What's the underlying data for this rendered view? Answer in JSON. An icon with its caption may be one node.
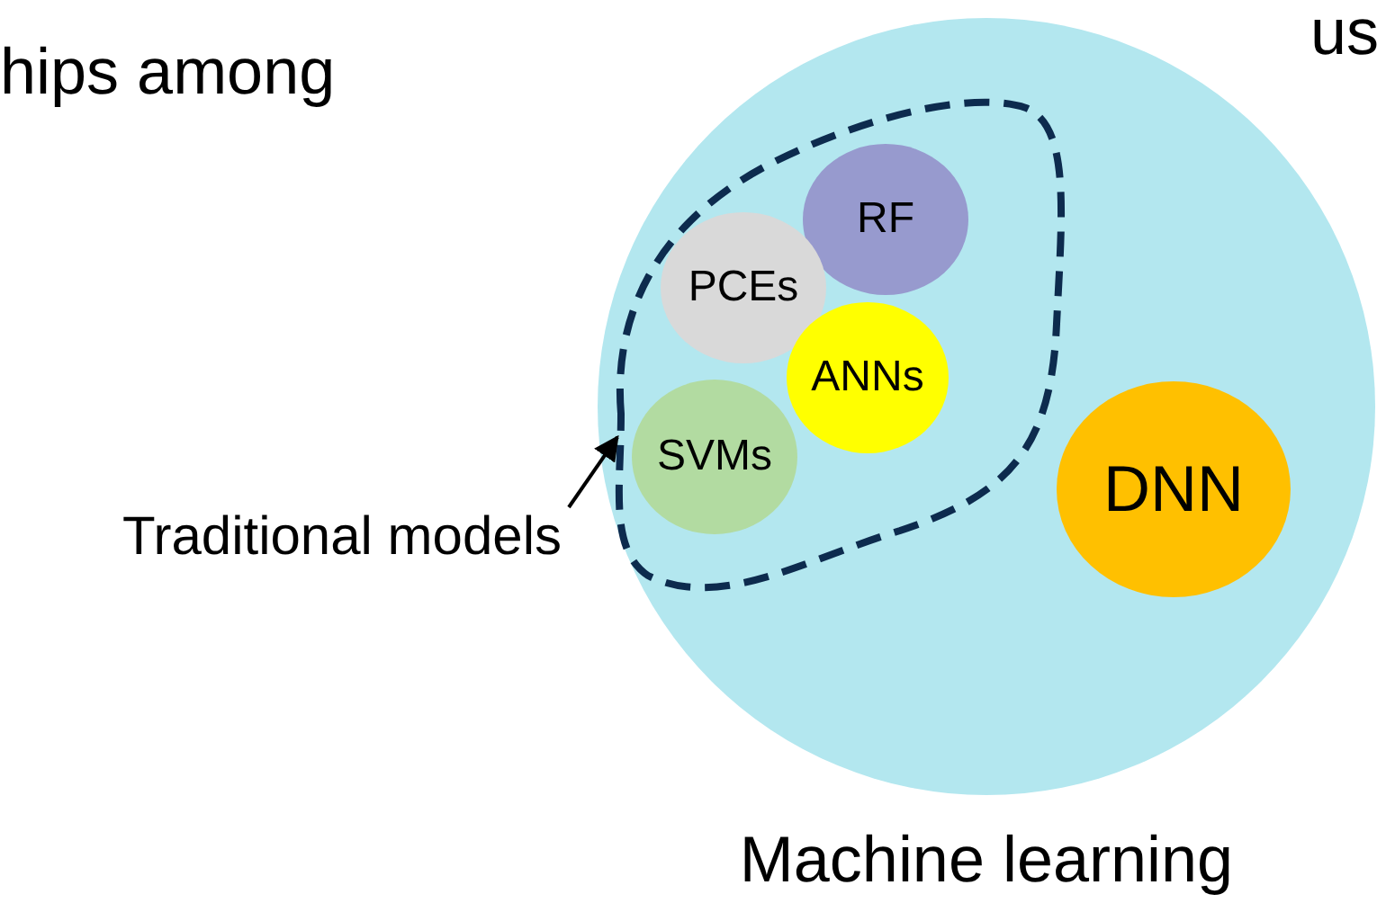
{
  "diagram": {
    "nodes": [
      {
        "text": [
          "Machine learning"
        ]
      },
      {
        "text": [],
        "shape": "blob",
        "in": 0
      },
      {
        "text": [
          "RF"
        ],
        "in": 1
      },
      {
        "text": [
          "PCEs"
        ],
        "in": 1
      },
      {
        "text": [
          "ANNs"
        ],
        "in": 1
      },
      {
        "text": [
          "SVMs"
        ],
        "in": 1
      },
      {
        "text": [
          "DNN"
        ],
        "in": 0
      },
      {
        "text": [
          "Traditional models"
        ]
      }
    ],
    "edges": [
      {
        "from": 7,
        "to": 1,
        "arrow": "to"
      }
    ],
    "labels": [
      "hips among",
      "us"
    ]
  }
}
